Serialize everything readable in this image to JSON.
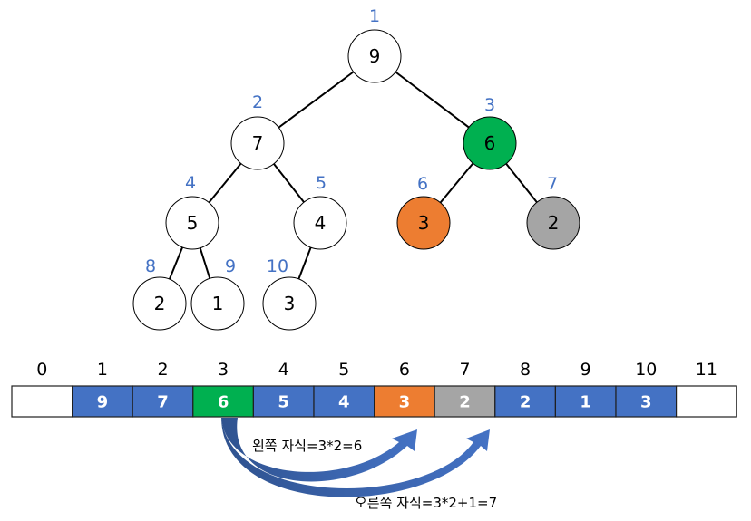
{
  "tree": {
    "nodes": [
      {
        "index": 1,
        "value": 9,
        "color": "#ffffff"
      },
      {
        "index": 2,
        "value": 7,
        "color": "#ffffff"
      },
      {
        "index": 3,
        "value": 6,
        "color": "#00b050"
      },
      {
        "index": 4,
        "value": 5,
        "color": "#ffffff"
      },
      {
        "index": 5,
        "value": 4,
        "color": "#ffffff"
      },
      {
        "index": 6,
        "value": 3,
        "color": "#ed7d31"
      },
      {
        "index": 7,
        "value": 2,
        "color": "#a5a5a5"
      },
      {
        "index": 8,
        "value": 2,
        "color": "#ffffff"
      },
      {
        "index": 9,
        "value": 1,
        "color": "#ffffff"
      },
      {
        "index": 10,
        "value": 3,
        "color": "#ffffff"
      }
    ],
    "edges": [
      [
        1,
        2
      ],
      [
        1,
        3
      ],
      [
        2,
        4
      ],
      [
        2,
        5
      ],
      [
        3,
        6
      ],
      [
        3,
        7
      ],
      [
        4,
        8
      ],
      [
        4,
        9
      ],
      [
        5,
        10
      ]
    ]
  },
  "array": {
    "indices": [
      "0",
      "1",
      "2",
      "3",
      "4",
      "5",
      "6",
      "7",
      "8",
      "9",
      "10",
      "11"
    ],
    "cells": [
      {
        "value": "",
        "color": "#ffffff"
      },
      {
        "value": "9",
        "color": "#4472c4"
      },
      {
        "value": "7",
        "color": "#4472c4"
      },
      {
        "value": "6",
        "color": "#00b050"
      },
      {
        "value": "5",
        "color": "#4472c4"
      },
      {
        "value": "4",
        "color": "#4472c4"
      },
      {
        "value": "3",
        "color": "#ed7d31"
      },
      {
        "value": "2",
        "color": "#a5a5a5"
      },
      {
        "value": "2",
        "color": "#4472c4"
      },
      {
        "value": "1",
        "color": "#4472c4"
      },
      {
        "value": "3",
        "color": "#4472c4"
      },
      {
        "value": "",
        "color": "#ffffff"
      }
    ]
  },
  "annotations": {
    "left_child": "왼쪽 자식=3*2=6",
    "right_child": "오른쪽 자식=3*2+1=7",
    "arrow_color": "#4472c4"
  }
}
